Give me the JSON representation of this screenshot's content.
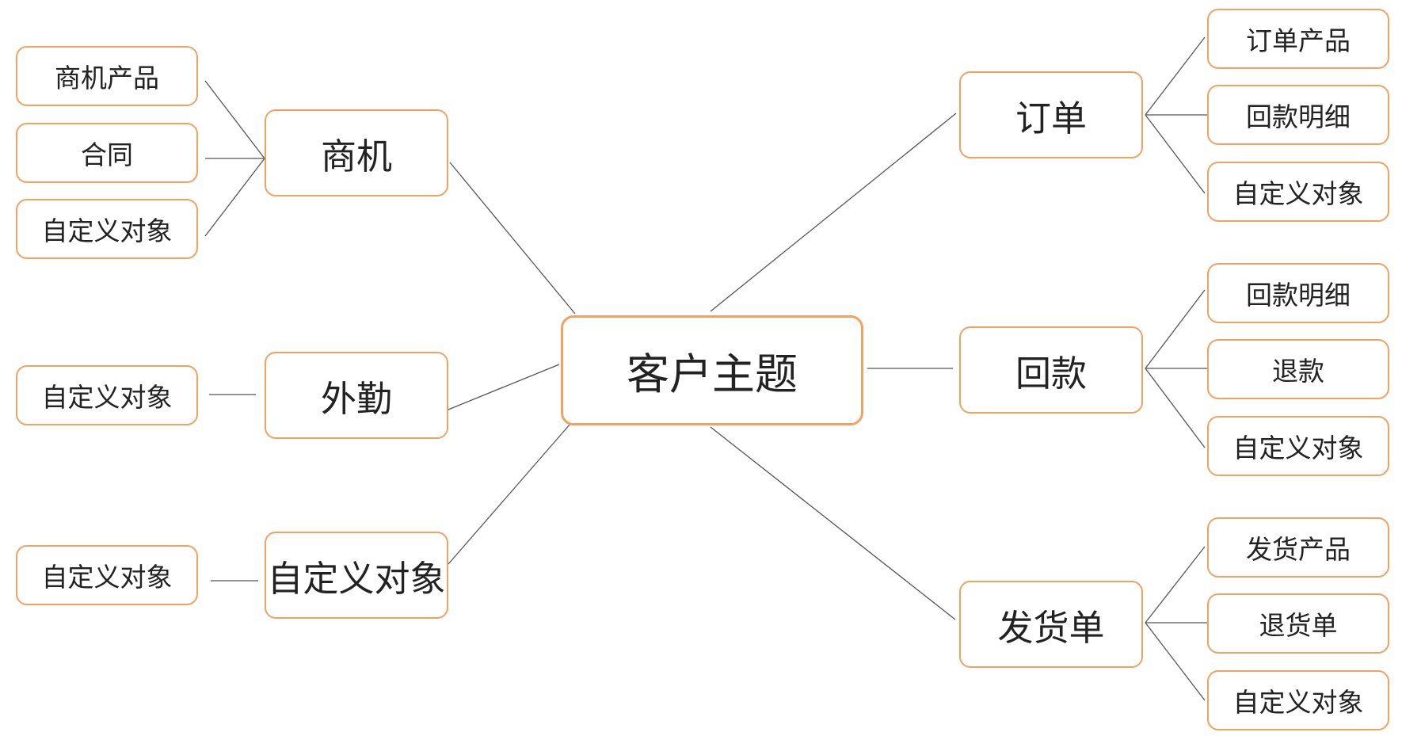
{
  "root": {
    "label": "客户主题"
  },
  "left": [
    {
      "label": "商机",
      "children": [
        "商机产品",
        "合同",
        "自定义对象"
      ]
    },
    {
      "label": "外勤",
      "children": [
        "自定义对象"
      ]
    },
    {
      "label": "自定义对象",
      "children": [
        "自定义对象"
      ]
    }
  ],
  "right": [
    {
      "label": "订单",
      "children": [
        "订单产品",
        "回款明细",
        "自定义对象"
      ]
    },
    {
      "label": "回款",
      "children": [
        "回款明细",
        "退款",
        "自定义对象"
      ]
    },
    {
      "label": "发货单",
      "children": [
        "发货产品",
        "退货单",
        "自定义对象"
      ]
    }
  ],
  "colors": {
    "border": "#f0a262",
    "line": "#555555",
    "text": "#222222"
  }
}
